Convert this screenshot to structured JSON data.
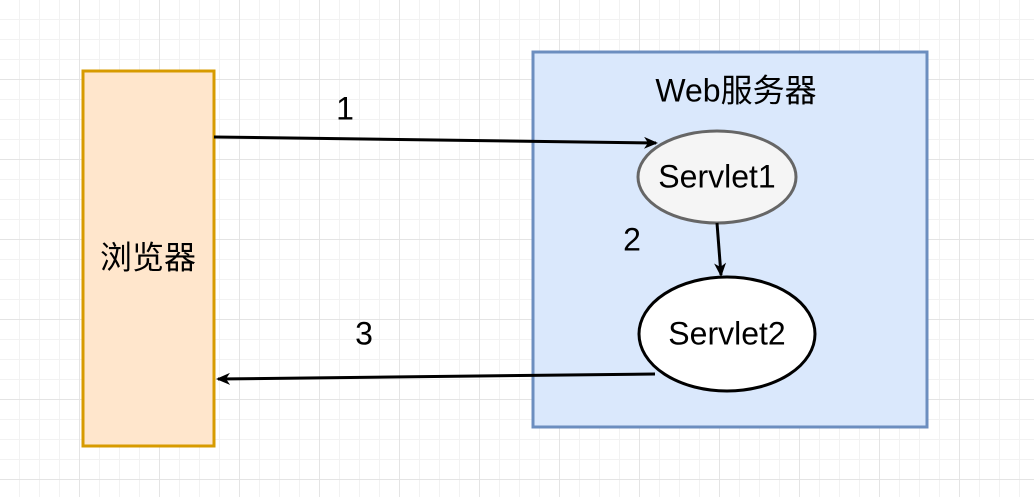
{
  "browser": {
    "label": "浏览器"
  },
  "server": {
    "label": "Web服务器"
  },
  "servlet1": {
    "label": "Servlet1"
  },
  "servlet2": {
    "label": "Servlet2"
  },
  "edges": [
    {
      "label": "1",
      "from": "浏览器",
      "to": "Servlet1"
    },
    {
      "label": "2",
      "from": "Servlet1",
      "to": "Servlet2"
    },
    {
      "label": "3",
      "from": "Servlet2",
      "to": "浏览器"
    }
  ],
  "colors": {
    "browser_fill": "#ffe6cc",
    "browser_stroke": "#d79b00",
    "server_fill": "#dae8fc",
    "server_stroke": "#6c8ebf",
    "servlet1_fill": "#f5f5f5",
    "servlet1_stroke": "#666666",
    "servlet2_fill": "#ffffff",
    "servlet2_stroke": "#000000"
  }
}
